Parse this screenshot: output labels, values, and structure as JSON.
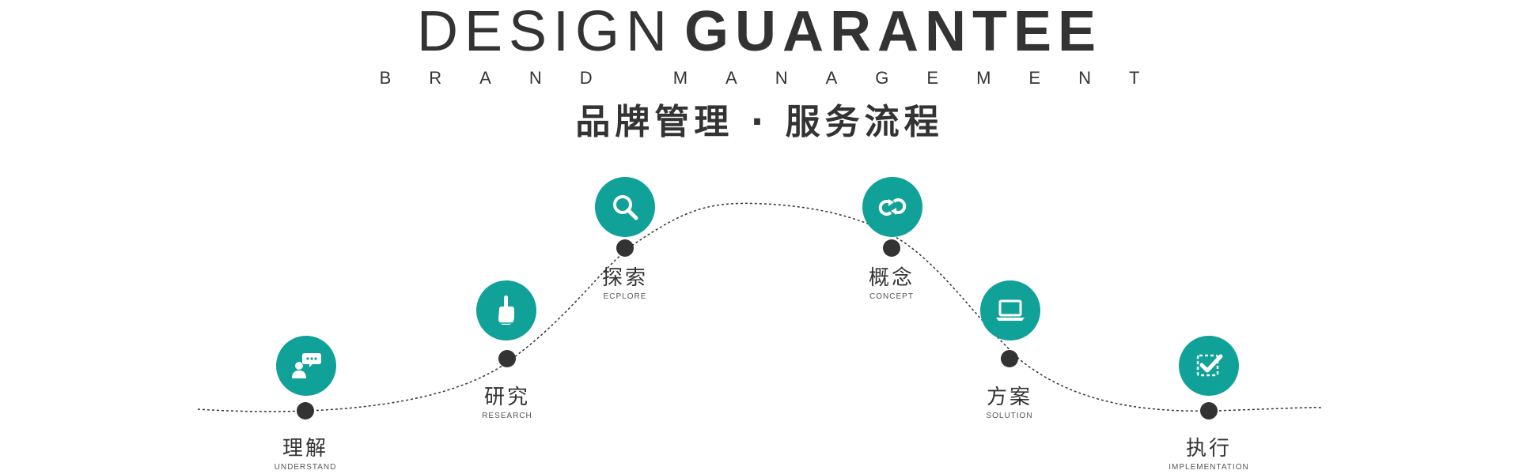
{
  "header": {
    "title_light": "DESIGN",
    "title_bold": "GUARANTEE",
    "subtitle": "BRAND MANAGEMENT",
    "cn_title": "品牌管理 · 服务流程"
  },
  "colors": {
    "accent": "#10a198",
    "dark": "#333333",
    "background": "#ffffff"
  },
  "steps": [
    {
      "cn": "理解",
      "en": "UNDERSTAND",
      "icon": "chat-person-icon"
    },
    {
      "cn": "研究",
      "en": "RESEARCH",
      "icon": "pointing-hand-icon"
    },
    {
      "cn": "探索",
      "en": "ECPLORE",
      "icon": "magnifier-icon"
    },
    {
      "cn": "概念",
      "en": "CONCEPT",
      "icon": "refresh-loop-icon"
    },
    {
      "cn": "方案",
      "en": "SOLUTION",
      "icon": "laptop-icon"
    },
    {
      "cn": "执行",
      "en": "IMPLEMENTATION",
      "icon": "checkbox-icon"
    }
  ]
}
